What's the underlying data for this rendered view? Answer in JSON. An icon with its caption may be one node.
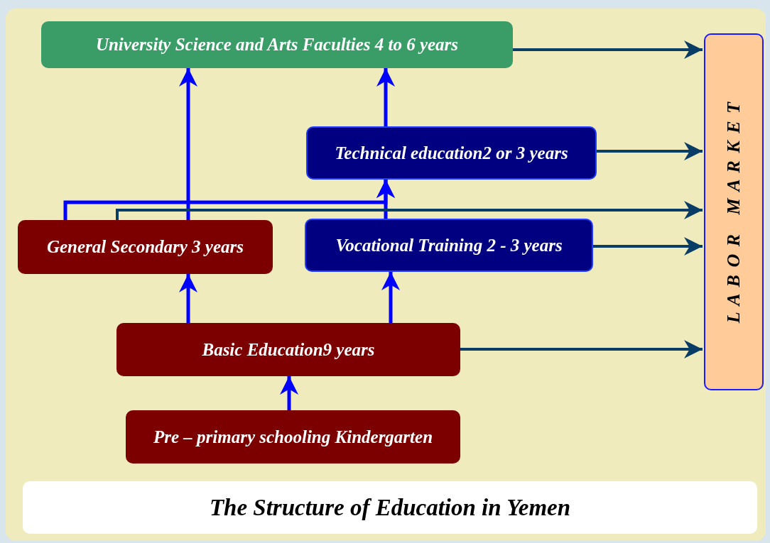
{
  "diagram": {
    "caption": "The Structure of Education in Yemen",
    "nodes": [
      {
        "text": [
          "University Science and Arts Faculties 4 to 6 years"
        ]
      },
      {
        "text": [
          "Technical education2 or 3 years"
        ]
      },
      {
        "text": [
          "General Secondary 3 years"
        ]
      },
      {
        "text": [
          "Vocational Training 2 - 3 years"
        ]
      },
      {
        "text": [
          "Basic Education9 years"
        ]
      },
      {
        "text": [
          "Pre – primary schooling Kindergarten"
        ]
      },
      {
        "text": [
          "L A B O R   M A R K E T"
        ]
      }
    ],
    "edges": [
      {
        "from": 5,
        "to": 4,
        "arrow": "to"
      },
      {
        "from": 4,
        "to": 2,
        "arrow": "to"
      },
      {
        "from": 4,
        "to": 3,
        "arrow": "to"
      },
      {
        "from": 2,
        "to": 0,
        "arrow": "to"
      },
      {
        "from": 1,
        "to": 0,
        "arrow": "to"
      },
      {
        "from": 3,
        "to": 1,
        "arrow": "to"
      },
      {
        "from": 2,
        "to": 1,
        "arrow": "to"
      },
      {
        "from": 0,
        "to": 6,
        "arrow": "to",
        "color": "#0a3d66"
      },
      {
        "from": 1,
        "to": 6,
        "arrow": "to",
        "color": "#0a3d66"
      },
      {
        "from": 2,
        "to": 6,
        "arrow": "to",
        "color": "#0a3d66"
      },
      {
        "from": 3,
        "to": 6,
        "arrow": "to",
        "color": "#0a3d66"
      },
      {
        "from": 4,
        "to": 6,
        "arrow": "to",
        "color": "#0a3d66"
      }
    ]
  }
}
